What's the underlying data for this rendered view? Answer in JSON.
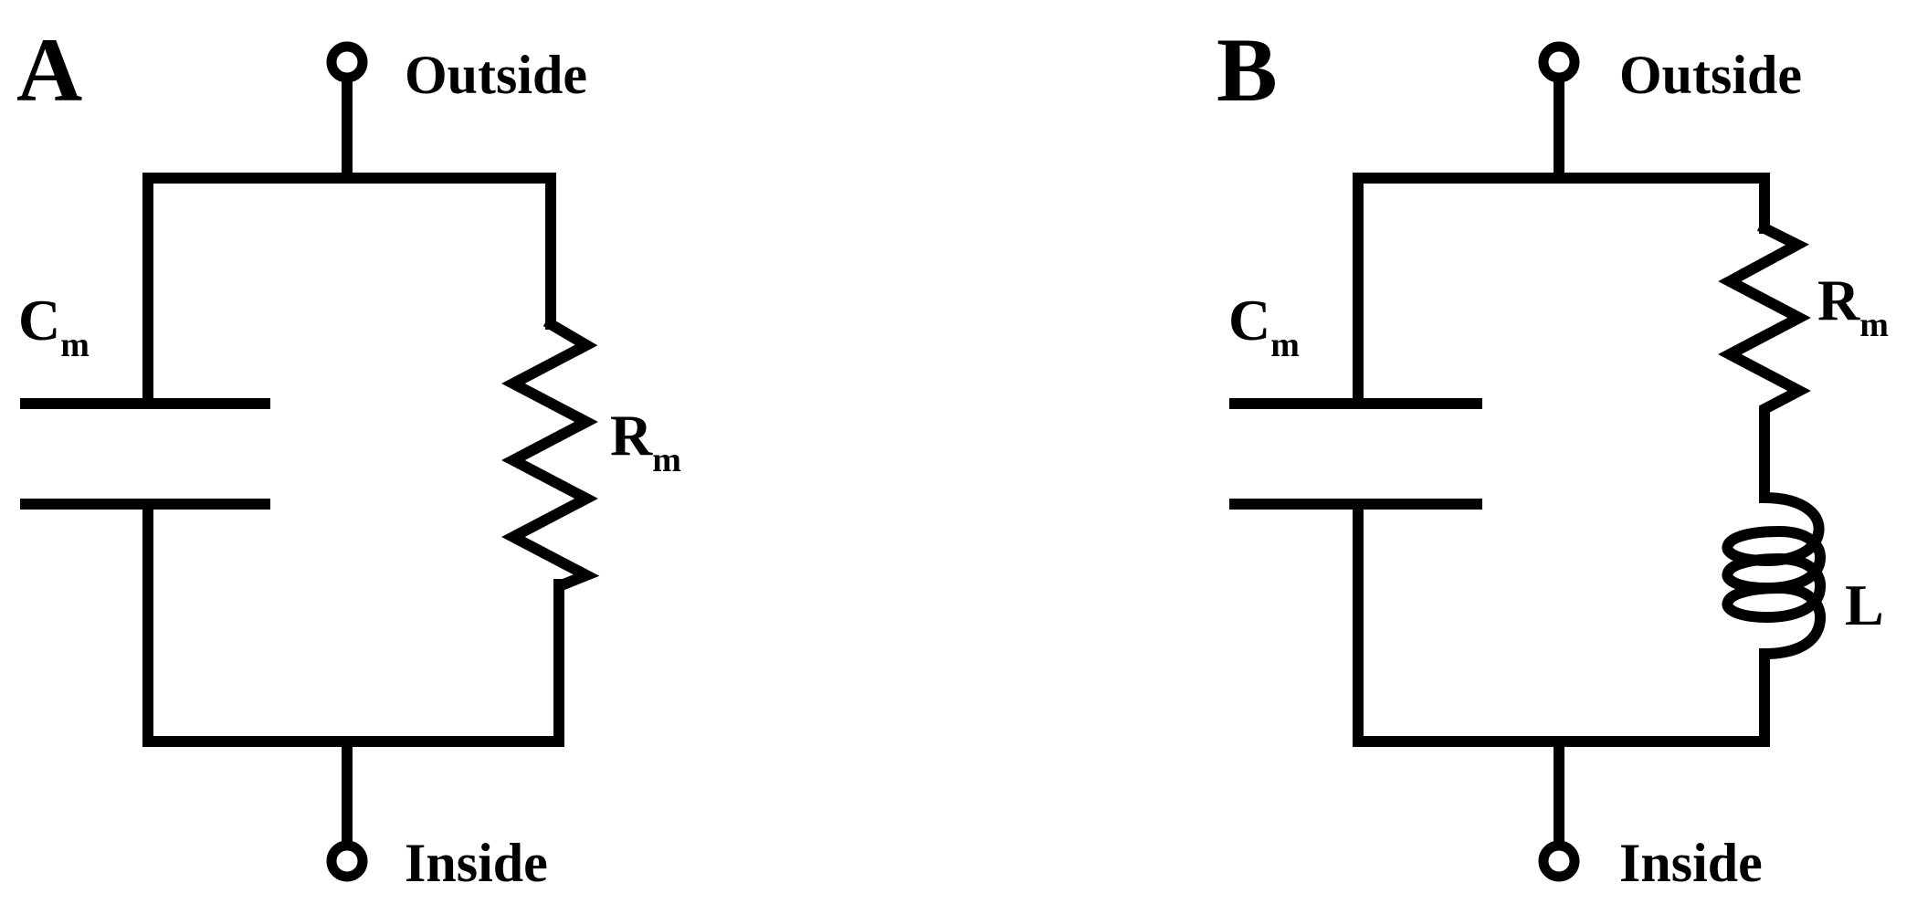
{
  "panels": [
    {
      "id": "A",
      "letter": "A",
      "terminal_top": "Outside",
      "terminal_bottom": "Inside",
      "capacitor": {
        "symbol": "C",
        "subscript": "m"
      },
      "resistor": {
        "symbol": "R",
        "subscript": "m"
      }
    },
    {
      "id": "B",
      "letter": "B",
      "terminal_top": "Outside",
      "terminal_bottom": "Inside",
      "capacitor": {
        "symbol": "C",
        "subscript": "m"
      },
      "resistor": {
        "symbol": "R",
        "subscript": "m"
      },
      "inductor": {
        "symbol": "L"
      }
    }
  ]
}
